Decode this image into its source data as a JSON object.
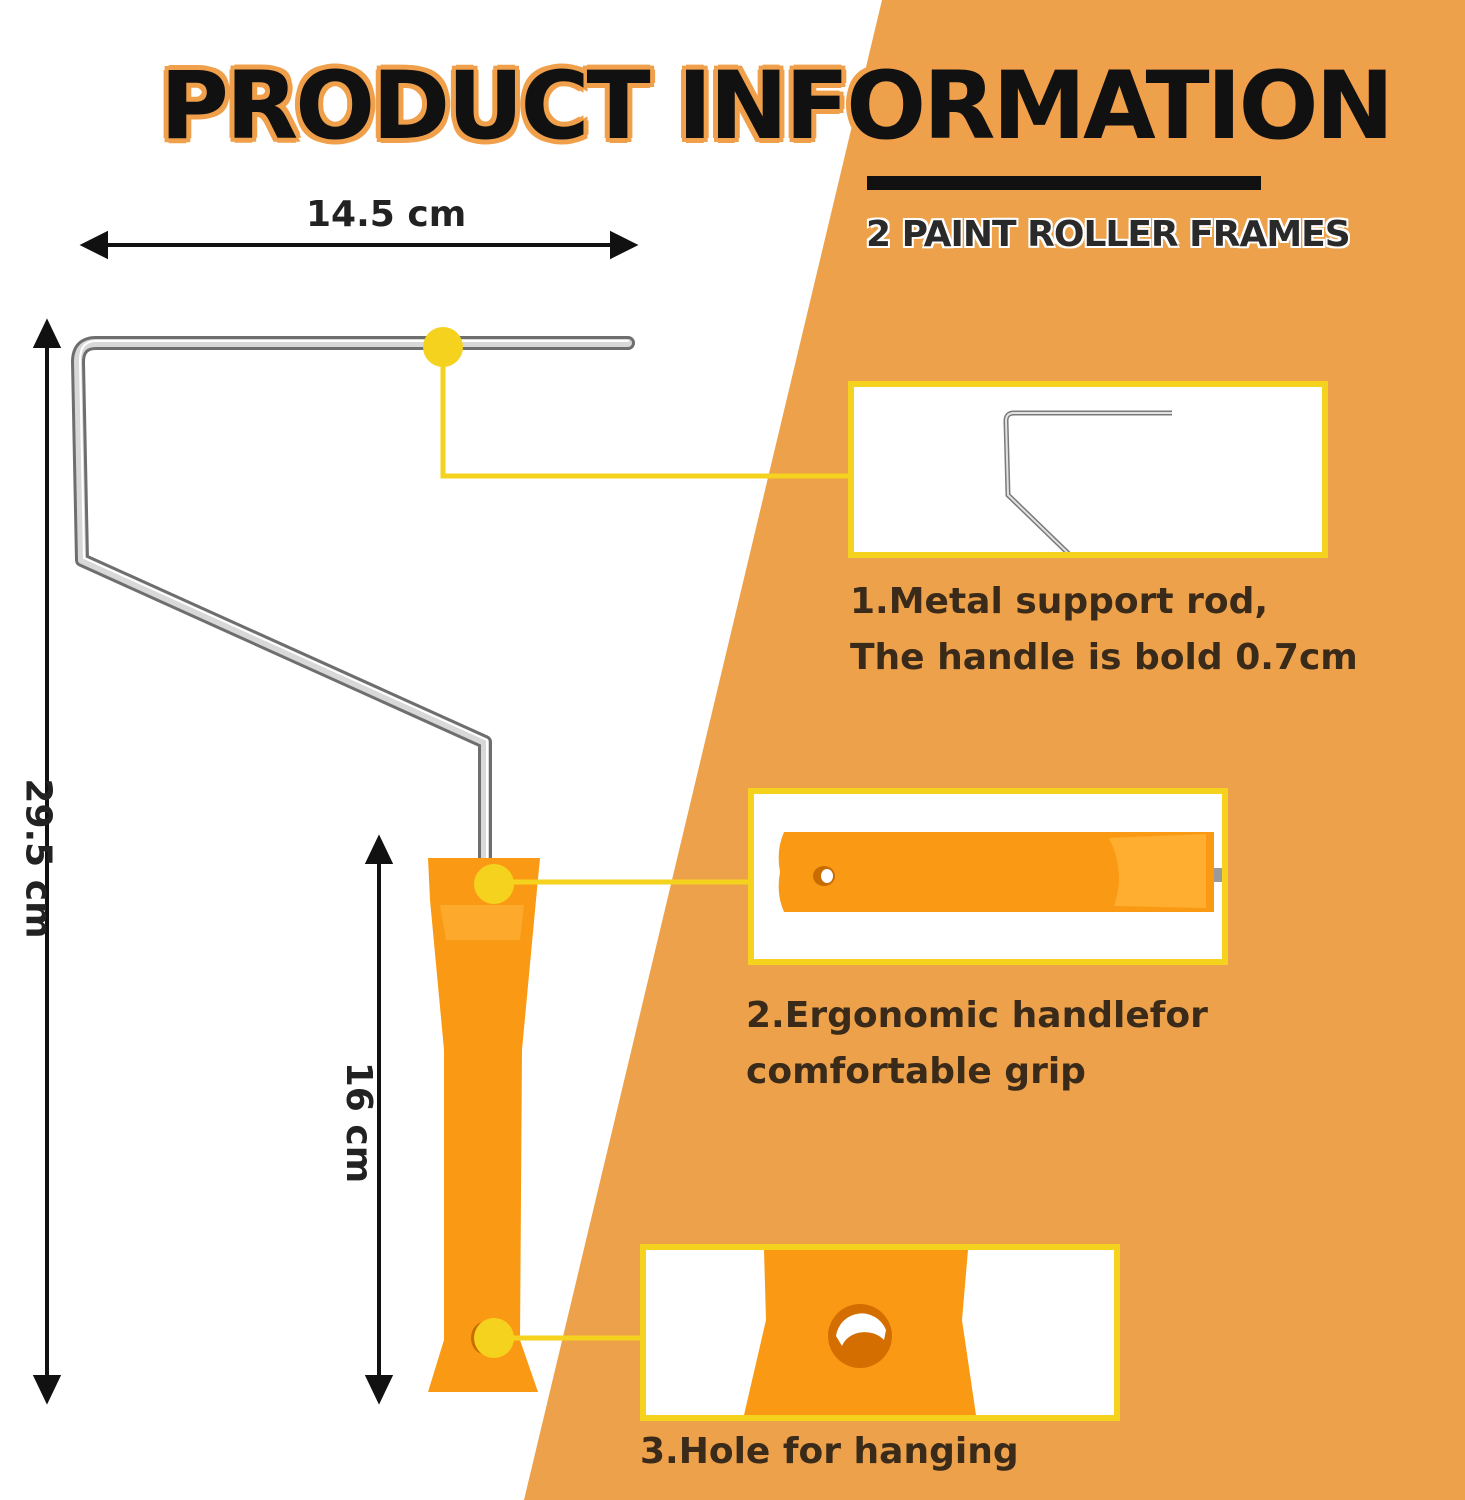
{
  "title": "PRODUCT INFORMATION",
  "subtitle": "2 PAINT ROLLER FRAMES",
  "dimensions": {
    "width": "14.5 cm",
    "total_height": "29.5 cm",
    "handle_length": "16 cm"
  },
  "features": [
    {
      "line1": "1.Metal support rod,",
      "line2": "The handle is bold 0.7cm"
    },
    {
      "line1": "2.Ergonomic handlefor",
      "line2": "comfortable grip"
    },
    {
      "line1": "3.Hole for hanging"
    }
  ],
  "colors": {
    "accent_orange": "#eda14a",
    "handle_orange": "#fa9a14",
    "callout_yellow": "#f5d21d",
    "text_dark": "#111111"
  }
}
